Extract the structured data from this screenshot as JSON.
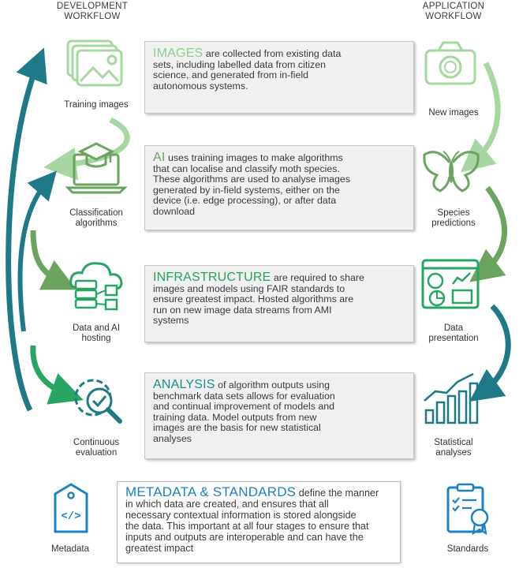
{
  "headers": {
    "left": [
      "DEVELOPMENT",
      "WORKFLOW"
    ],
    "right": [
      "APPLICATION",
      "WORKFLOW"
    ]
  },
  "left_items": [
    {
      "icon": "picture-stack-icon",
      "label": [
        "Training images"
      ]
    },
    {
      "icon": "graduation-laptop-icon",
      "label": [
        "Classification",
        "algorithms"
      ]
    },
    {
      "icon": "cloud-server-icon",
      "label": [
        "Data and AI",
        "hosting"
      ]
    },
    {
      "icon": "gear-magnifier-check-icon",
      "label": [
        "Continuous",
        "evaluation"
      ]
    }
  ],
  "right_items": [
    {
      "icon": "camera-icon",
      "label": [
        "New images"
      ]
    },
    {
      "icon": "moth-icon",
      "label": [
        "Species",
        "predictions"
      ]
    },
    {
      "icon": "dashboard-icon",
      "label": [
        "Data",
        "presentation"
      ]
    },
    {
      "icon": "bar-chart-trend-icon",
      "label": [
        "Statistical",
        "analyses"
      ]
    }
  ],
  "boxes": [
    {
      "keyword": "IMAGES",
      "color": "#8dcf8f",
      "lines": [
        " are collected from existing data",
        "sets, including labelled data from citizen",
        "science, and generated from in-field",
        "autonomous systems."
      ]
    },
    {
      "keyword": "AI",
      "color": "#6aa45e",
      "lines": [
        " uses training images to make algorithms",
        "that can localise and classify moth species.",
        "These algorithms are used to analyse images",
        "generated by in-field systems, either on the",
        "device (i.e. edge processing), or after data",
        "download"
      ]
    },
    {
      "keyword": "INFRASTRUCTURE",
      "color": "#23a35f",
      "lines": [
        "  are required to share",
        "images and models using FAIR standards to",
        "ensure greatest impact. Hosted algorithms are",
        "run on new image data streams from AMI",
        "systems"
      ]
    },
    {
      "keyword": "ANALYSIS",
      "color": "#1b8f89",
      "lines": [
        "  of algorithm outputs using",
        "benchmark data sets allows for evaluation",
        "and continual improvement of models and",
        "training data. Model outputs from new",
        "images are the basis for new statistical",
        "analyses"
      ]
    }
  ],
  "metadata": {
    "keyword": "METADATA & STANDARDS",
    "lines": [
      " define the manner",
      "in which data are created, and ensures that all",
      "necessary contextual information is stored alongside",
      "the data. This important at all four stages to ensure that",
      "inputs and outputs are interoperable and can have the",
      "greatest impact"
    ],
    "left_label": "Metadata",
    "right_label": "Standards"
  },
  "colors": {
    "stage1": "#9fd69b",
    "stage2": "#6aa45e",
    "stage3": "#23a35f",
    "stage4": "#1b8f89",
    "blue": "#1c82c2",
    "loop": "#1d7a86"
  }
}
